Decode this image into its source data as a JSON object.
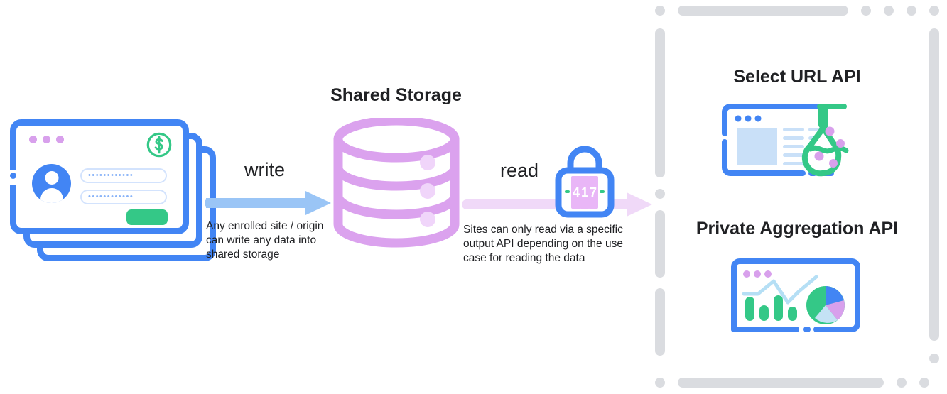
{
  "diagram": {
    "title": "Shared Storage write/read flow",
    "colors": {
      "blue": "#4285f4",
      "light_blue_arrow": "#9ac5f6",
      "purple_cylinder": "#dba2ee",
      "light_purple_arrow": "#f0d9f8",
      "green": "#34c887",
      "gray_frame": "#dadce0",
      "text_dark": "#202124"
    }
  },
  "left_source": {
    "name": "stacked-browser-windows",
    "card_count": 3,
    "window_dots": [
      "dot",
      "dot",
      "dot"
    ],
    "badge_icon": "dollar-sign-icon",
    "avatar_icon": "user-avatar-icon",
    "password_field_1": "••••••••••••",
    "password_field_2": "••••••••••••",
    "submit_button_label": ""
  },
  "write_flow": {
    "label": "write",
    "description": "Any enrolled site / origin can write any data into shared storage",
    "arrow_direction": "right",
    "arrow_color": "#9ac5f6"
  },
  "storage": {
    "title": "Shared Storage",
    "icon": "database-cylinder-icon",
    "band_count": 3,
    "indicator_dots": 3
  },
  "read_flow": {
    "label": "read",
    "description": "Sites can only read via a specific output API depending on the use case for reading the data",
    "arrow_direction": "right",
    "arrow_color": "#f0d9f8",
    "lock": {
      "icon": "combination-lock-icon",
      "combination": "417",
      "digits": [
        "4",
        "1",
        "7"
      ],
      "dash_left": "-",
      "dash_right": "-"
    }
  },
  "output_apis": {
    "frame_style": "dashed-rounded-border",
    "items": [
      {
        "title": "Select URL API",
        "icon": "browser-window-with-flask-icon",
        "flask_dots": 4
      },
      {
        "title": "Private Aggregation API",
        "icon": "browser-window-with-charts-icon",
        "bar_values": [
          62,
          42,
          66,
          36
        ],
        "pie_slices": [
          "green",
          "blue",
          "purple",
          "light-blue"
        ]
      }
    ]
  }
}
